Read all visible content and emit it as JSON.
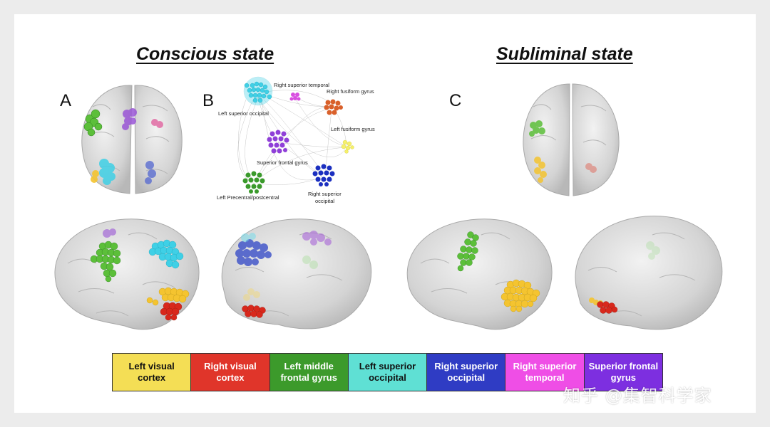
{
  "titles": {
    "conscious": "Conscious state",
    "subliminal": "Subliminal state"
  },
  "panels": {
    "a": "A",
    "b": "B",
    "c": "C"
  },
  "network": {
    "labels": {
      "left_superior_occipital": "Left superior occipital",
      "right_superior_temporal": "Right superior temporal",
      "right_fusiform": "Right fusiform gyrus",
      "left_fusiform": "Left fusiform gyrus",
      "superior_frontal": "Superior frontal gyrus",
      "left_precentral": "Left Precentral/postcentral",
      "right_superior_occipital_1": "Right superior",
      "right_superior_occipital_2": "occipital"
    }
  },
  "legend": [
    {
      "label": "Left visual cortex",
      "bg": "#f4de55",
      "fg": "#111111"
    },
    {
      "label": "Right visual cortex",
      "bg": "#e0352a",
      "fg": "#ffffff"
    },
    {
      "label": "Left middle frontal gyrus",
      "bg": "#3c9a2b",
      "fg": "#ffffff"
    },
    {
      "label": "Left superior occipital",
      "bg": "#5fe0d4",
      "fg": "#111111"
    },
    {
      "label": "Right superior occipital",
      "bg": "#2f3cc4",
      "fg": "#ffffff"
    },
    {
      "label": "Right superior temporal",
      "bg": "#ef4ee6",
      "fg": "#ffffff"
    },
    {
      "label": "Superior frontal gyrus",
      "bg": "#7d2fe0",
      "fg": "#ffffff"
    }
  ],
  "colors": {
    "yellow": "#f4c430",
    "red": "#d8281c",
    "green": "#5cbf3a",
    "cyan": "#3fd0e6",
    "blue": "#2a3fc8",
    "magenta": "#d84fe0",
    "purple": "#8f3fd8",
    "orange": "#d9602a",
    "lightyellow": "#f5f06a",
    "brain": "#d7d7d7"
  },
  "watermark": "知乎 @集智科学家"
}
